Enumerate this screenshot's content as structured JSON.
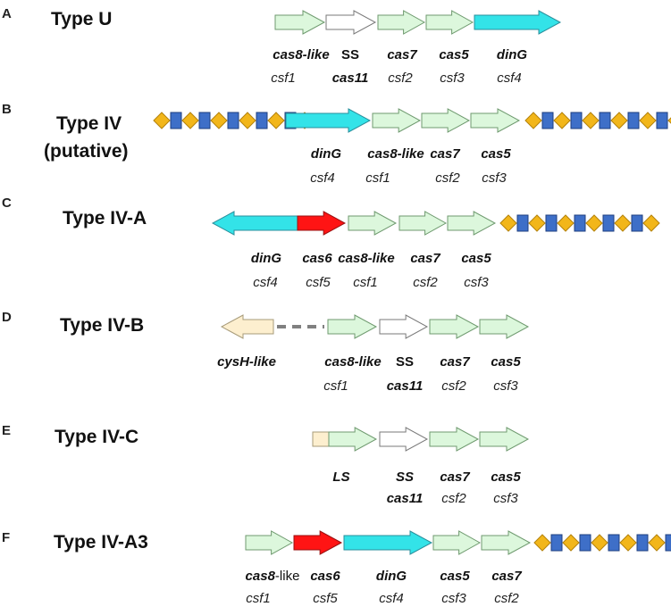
{
  "colors": {
    "core": "#dcf7dc",
    "core_stroke": "#6f9a6f",
    "dinG": "#33e3e8",
    "dinG_stroke": "#2a8f9c",
    "cas6": "#ff1414",
    "cas6_stroke": "#9a1010",
    "ss": "#ffffff",
    "ss_stroke": "#7a7a7a",
    "cysH": "#fdefcf",
    "cysH_stroke": "#a79b7a",
    "crispr_diamond": "#f2b61a",
    "crispr_diamond_stroke": "#b4820c",
    "crispr_box": "#3e6fc8",
    "crispr_box_stroke": "#1f3f7f",
    "link": "#808080"
  },
  "panels": [
    {
      "letter": "A",
      "title_lines": [
        "Type U"
      ],
      "genes": [
        {
          "kind": "core",
          "dir": "right",
          "label": "cas8-like",
          "label_style": "italic",
          "alias": "csf1",
          "alias_style": "italic"
        },
        {
          "kind": "ss",
          "dir": "right",
          "label": "SS",
          "label_style": "bold",
          "alias": "cas11",
          "alias_style": "bolditalic"
        },
        {
          "kind": "core",
          "dir": "right",
          "label": "cas7",
          "label_style": "italic",
          "alias": "csf2",
          "alias_style": "italic"
        },
        {
          "kind": "core",
          "dir": "right",
          "label": "cas5",
          "label_style": "italic",
          "alias": "csf3",
          "alias_style": "italic"
        },
        {
          "kind": "dinG",
          "dir": "right",
          "label": "dinG",
          "label_style": "italic",
          "alias": "csf4",
          "alias_style": "italic"
        }
      ]
    },
    {
      "letter": "B",
      "title_lines": [
        "Type IV",
        "(putative)"
      ],
      "genes": [
        {
          "kind": "dinG",
          "dir": "right",
          "label": "dinG",
          "label_style": "italic",
          "alias": "csf4",
          "alias_style": "italic"
        },
        {
          "kind": "core",
          "dir": "right",
          "label": "cas8-like",
          "label_style": "italic",
          "alias": "csf1",
          "alias_style": "italic"
        },
        {
          "kind": "core",
          "dir": "right",
          "label": "cas7",
          "label_style": "italic",
          "alias": "csf2",
          "alias_style": "italic"
        },
        {
          "kind": "core",
          "dir": "right",
          "label": "cas5",
          "label_style": "italic",
          "alias": "csf3",
          "alias_style": "italic"
        }
      ]
    },
    {
      "letter": "C",
      "title_lines": [
        "Type IV-A"
      ],
      "genes": [
        {
          "kind": "dinG",
          "dir": "left",
          "label": "dinG",
          "label_style": "italic",
          "alias": "csf4",
          "alias_style": "italic"
        },
        {
          "kind": "cas6",
          "dir": "right",
          "label": "cas6",
          "label_style": "italic",
          "alias": "csf5",
          "alias_style": "italic"
        },
        {
          "kind": "core",
          "dir": "right",
          "label": "cas8-like",
          "label_style": "italic",
          "alias": "csf1",
          "alias_style": "italic"
        },
        {
          "kind": "core",
          "dir": "right",
          "label": "cas7",
          "label_style": "italic",
          "alias": "csf2",
          "alias_style": "italic"
        },
        {
          "kind": "core",
          "dir": "right",
          "label": "cas5",
          "label_style": "italic",
          "alias": "csf3",
          "alias_style": "italic"
        }
      ]
    },
    {
      "letter": "D",
      "title_lines": [
        "Type IV-B"
      ],
      "genes": [
        {
          "kind": "cysH",
          "dir": "left",
          "label": "cysH-like",
          "label_style": "italic",
          "alias": "",
          "alias_style": "italic"
        },
        {
          "kind": "core",
          "dir": "right",
          "label": "cas8-like",
          "label_style": "italic",
          "alias": "csf1",
          "alias_style": "italic"
        },
        {
          "kind": "ss",
          "dir": "right",
          "label": "SS",
          "label_style": "bold",
          "alias": "cas11",
          "alias_style": "bolditalic"
        },
        {
          "kind": "core",
          "dir": "right",
          "label": "cas7",
          "label_style": "italic",
          "alias": "csf2",
          "alias_style": "italic"
        },
        {
          "kind": "core",
          "dir": "right",
          "label": "cas5",
          "label_style": "italic",
          "alias": "csf3",
          "alias_style": "italic"
        }
      ]
    },
    {
      "letter": "E",
      "title_lines": [
        "Type IV-C"
      ],
      "genes": [
        {
          "kind": "ls",
          "dir": "right",
          "label": "LS",
          "label_style": "italic",
          "alias": "",
          "alias_style": "italic"
        },
        {
          "kind": "ss",
          "dir": "right",
          "label": "SS",
          "label_style": "bolditalic",
          "alias": "cas11",
          "alias_style": "bolditalic"
        },
        {
          "kind": "core",
          "dir": "right",
          "label": "cas7",
          "label_style": "italic",
          "alias": "csf2",
          "alias_style": "italic"
        },
        {
          "kind": "core",
          "dir": "right",
          "label": "cas5",
          "label_style": "italic",
          "alias": "csf3",
          "alias_style": "italic"
        }
      ]
    },
    {
      "letter": "F",
      "title_lines": [
        "Type IV-A3"
      ],
      "genes": [
        {
          "kind": "core",
          "dir": "right",
          "label": "cas8-like",
          "label_style": "mixed",
          "label_italic_part": "cas8",
          "label_plain_part": "-like",
          "alias": "csf1",
          "alias_style": "italic"
        },
        {
          "kind": "cas6",
          "dir": "right",
          "label": "cas6",
          "label_style": "italic",
          "alias": "csf5",
          "alias_style": "italic"
        },
        {
          "kind": "dinG",
          "dir": "right",
          "label": "dinG",
          "label_style": "italic",
          "alias": "csf4",
          "alias_style": "italic"
        },
        {
          "kind": "core",
          "dir": "right",
          "label": "cas5",
          "label_style": "italic",
          "alias": "csf3",
          "alias_style": "italic"
        },
        {
          "kind": "core",
          "dir": "right",
          "label": "cas7",
          "label_style": "italic",
          "alias": "csf2",
          "alias_style": "italic"
        }
      ]
    }
  ]
}
